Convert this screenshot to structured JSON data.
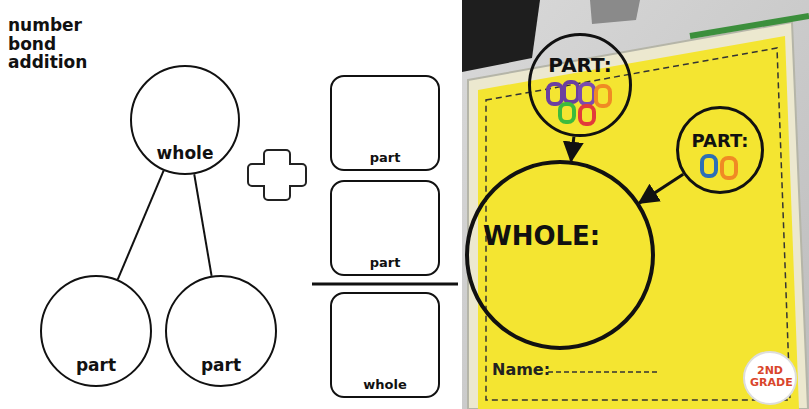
{
  "diagram": {
    "title": "number bond addition",
    "nodes": [
      {
        "text": [
          "whole"
        ]
      },
      {
        "text": [
          "part"
        ]
      },
      {
        "text": [
          "part"
        ]
      },
      {
        "text": [
          "part"
        ]
      },
      {
        "text": [
          "part"
        ]
      },
      {
        "text": [
          "whole"
        ]
      },
      {
        "text": [
          "PART:"
        ]
      },
      {
        "text": [
          "PART:"
        ]
      },
      {
        "text": [
          "WHOLE:"
        ]
      }
    ],
    "edges": [
      {
        "from": 0,
        "to": 1,
        "arrow": "none"
      },
      {
        "from": 0,
        "to": 2,
        "arrow": "none"
      },
      {
        "from": 6,
        "to": 8,
        "arrow": "to"
      },
      {
        "from": 7,
        "to": 8,
        "arrow": "to"
      }
    ],
    "labels": [
      "Name:",
      "2ND GRADE"
    ]
  }
}
